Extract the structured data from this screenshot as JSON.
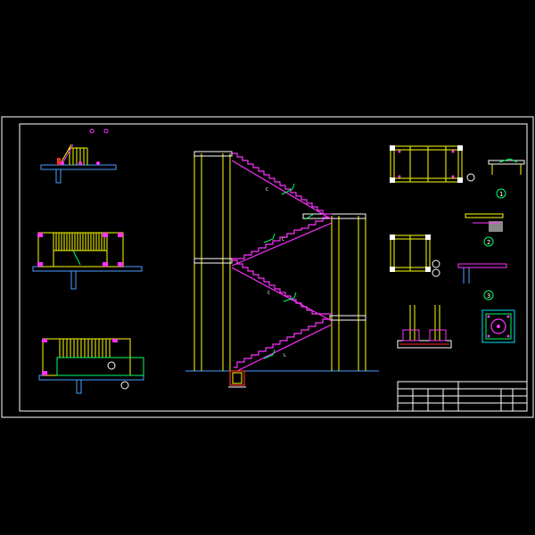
{
  "drawing": {
    "background": "#000000",
    "colors": {
      "frame": "#ffffff",
      "structure": "#ffff00",
      "stair": "#ff33ff",
      "rebar": "#00ff66",
      "cyan": "#00e5ff",
      "blue": "#4aa0ff",
      "white": "#ffffff",
      "red": "#ff2a2a"
    },
    "detail_numbers": [
      "1",
      "2",
      "3"
    ],
    "flight_marks": [
      "C",
      "C",
      "C",
      "L"
    ],
    "title_block_rows": 4
  }
}
